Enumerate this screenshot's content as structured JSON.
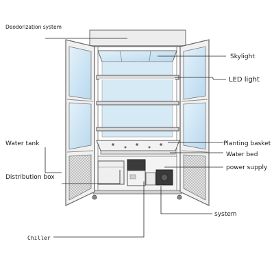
{
  "labels": {
    "deodorization": "Deodorization system",
    "skylight": "Skylight",
    "led_light": "LED light",
    "water_tank": "Water tank",
    "planting_basket": "Planting basket",
    "water_bed": "Water bed",
    "power_supply": "power supply",
    "distribution_box": "Distribution box",
    "system": "system",
    "chiller": "Chiller"
  }
}
